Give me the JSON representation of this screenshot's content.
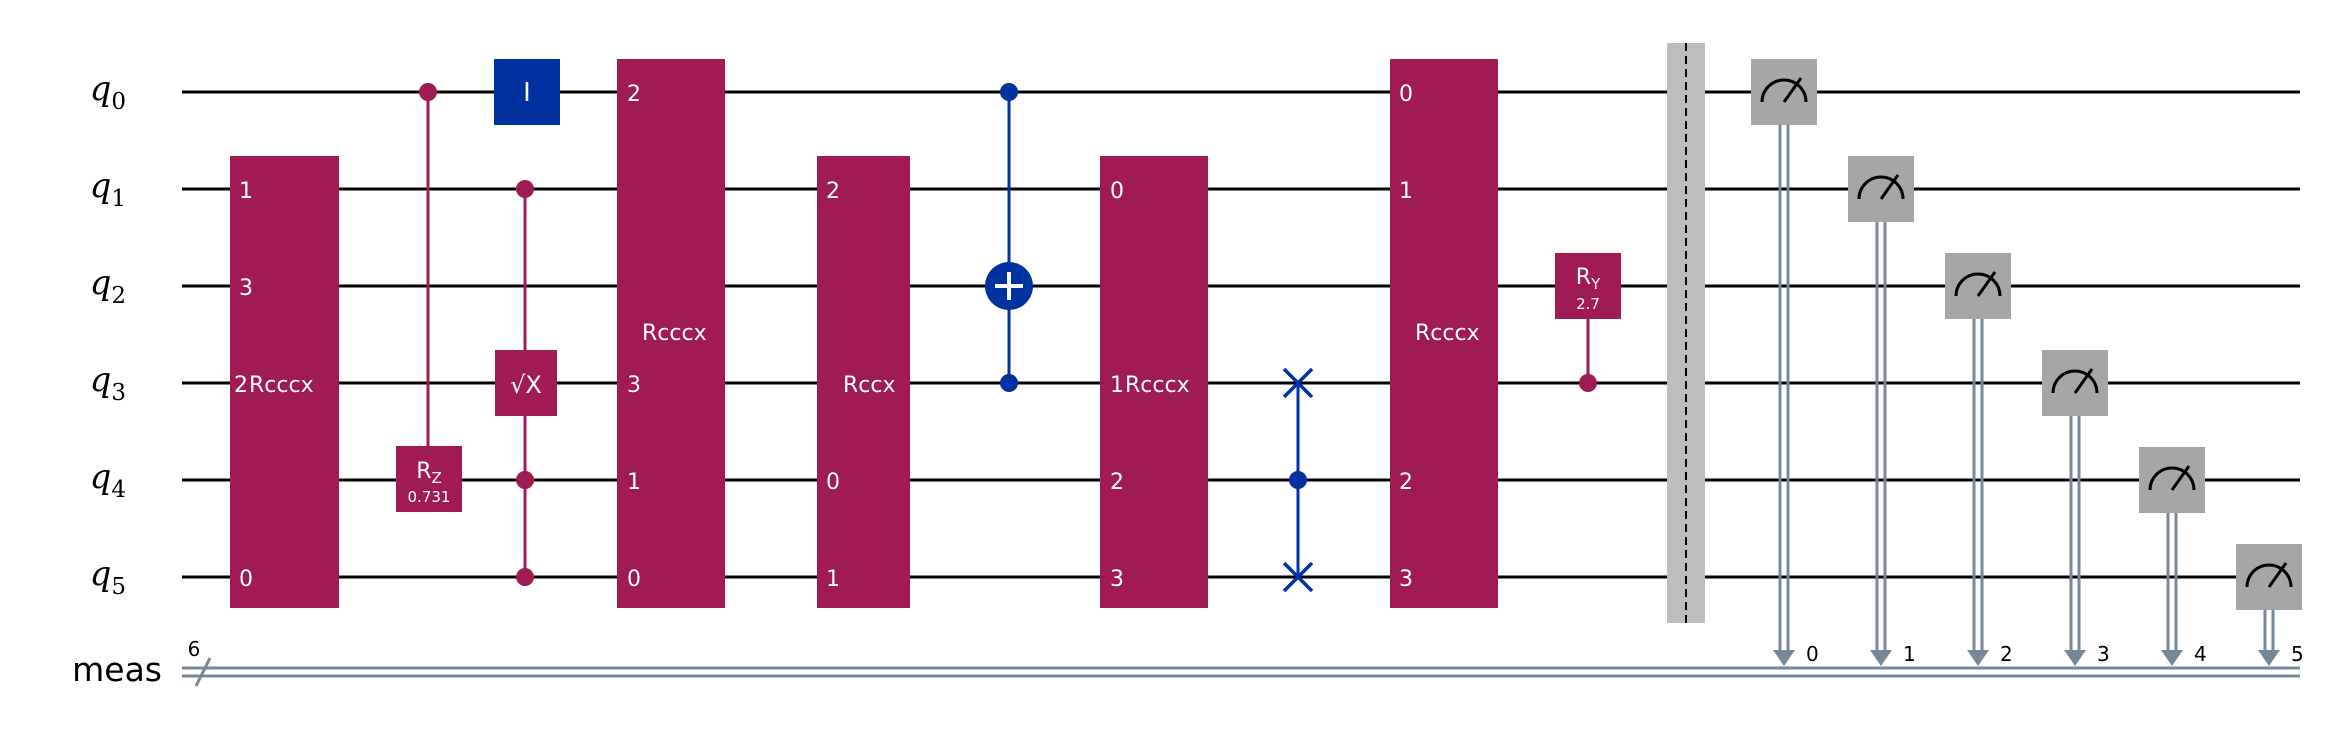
{
  "qubits": [
    {
      "base": "q",
      "sub": "0"
    },
    {
      "base": "q",
      "sub": "1"
    },
    {
      "base": "q",
      "sub": "2"
    },
    {
      "base": "q",
      "sub": "3"
    },
    {
      "base": "q",
      "sub": "4"
    },
    {
      "base": "q",
      "sub": "5"
    }
  ],
  "creg": {
    "name": "meas",
    "width": "6"
  },
  "colors": {
    "wire": "#000000",
    "creg": "#778899",
    "multi_gate": "#a01a54",
    "pauli_gate": "#0032a0",
    "barrier": "#bdbdbd",
    "measure": "#a6a6a6",
    "text_light": "#ffffff"
  },
  "gates": {
    "g1": {
      "label": "Rcccx",
      "pins": [
        "1",
        "3",
        "2",
        "0"
      ]
    },
    "rz": {
      "label": "R",
      "sub": "Z",
      "param": "0.731"
    },
    "id": {
      "label": "I"
    },
    "sx": {
      "label": "√X"
    },
    "g2": {
      "label": "Rcccx",
      "pins": [
        "2",
        "3",
        "1",
        "0"
      ]
    },
    "g3": {
      "label": "Rccx",
      "pins": [
        "2",
        "0",
        "1"
      ]
    },
    "g4": {
      "label": "Rcccx",
      "pins": [
        "0",
        "1",
        "2",
        "3"
      ]
    },
    "g5": {
      "label": "Rcccx",
      "pins": [
        "0",
        "1",
        "2",
        "3"
      ]
    },
    "ry": {
      "label": "R",
      "sub": "Y",
      "param": "2.7"
    }
  },
  "measure_bits": [
    "0",
    "1",
    "2",
    "3",
    "4",
    "5"
  ]
}
